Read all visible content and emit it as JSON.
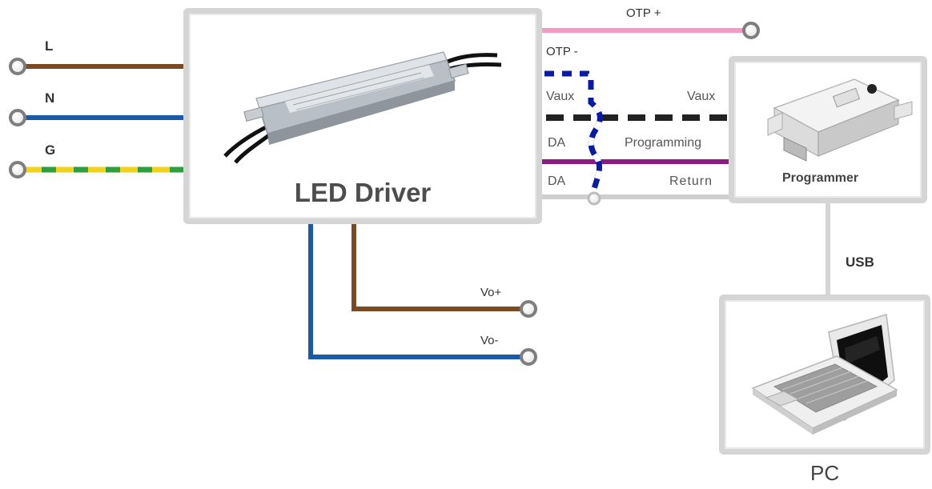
{
  "inputs": {
    "line": "L",
    "neutral": "N",
    "ground": "G"
  },
  "driver": {
    "title": "LED Driver"
  },
  "outputs": {
    "vo_plus": "Vo+",
    "vo_minus": "Vo-"
  },
  "otp": {
    "plus": "OTP +",
    "minus": "OTP -"
  },
  "driver_side": {
    "vaux": "Vaux",
    "da1": "DA",
    "da2": "DA"
  },
  "programmer_side": {
    "vaux": "Vaux",
    "programming": "Programming",
    "return": "Return"
  },
  "programmer": {
    "label": "Programmer"
  },
  "link": {
    "usb": "USB"
  },
  "pc": {
    "label": "PC"
  },
  "colors": {
    "line_brown": "#7a4a25",
    "neutral_blue": "#1b5aa8",
    "ground_green": "#2f9e3e",
    "ground_yellow": "#f2d21c",
    "otp_pink": "#f49ac4",
    "otp_minus_blue": "#0a1aa6",
    "programming_purple": "#8a1c82",
    "vaux_black": "#222222",
    "return_grey": "#cfcfcf"
  }
}
